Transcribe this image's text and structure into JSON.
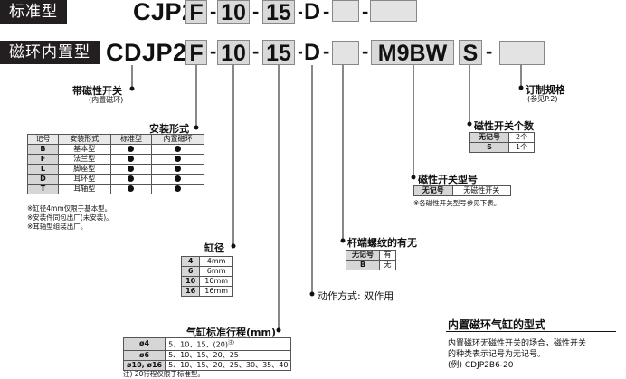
{
  "standard": {
    "tag": "标准型",
    "model": "CJP2",
    "codes": [
      "F",
      "10",
      "15",
      "D"
    ],
    "dashes": [
      "-",
      "-",
      "-",
      "-"
    ]
  },
  "magnet": {
    "tag": "磁环内置型",
    "model": "CDJP2",
    "codes": [
      "F",
      "10",
      "15",
      "D",
      "M9BW",
      "S"
    ],
    "dashes": [
      "-",
      "-",
      "-",
      "-",
      "-"
    ]
  },
  "labels": {
    "magnet_title": "带磁性开关",
    "magnet_sub": "(内置磁环)",
    "mount_title": "安装形式",
    "bore_title": "缸径",
    "stroke_title": "气缸标准行程(mm)",
    "rod_title": "杆端螺纹的有无",
    "action": "动作方式: 双作用",
    "switch_type_title": "磁性开关型号",
    "switch_count_title": "磁性开关个数",
    "custom_title": "订制规格",
    "custom_sub": "(参见P.2)"
  },
  "mount_table": {
    "headers": [
      "记号",
      "安装形式",
      "标准型",
      "内置磁环"
    ],
    "rows": [
      {
        "code": "B",
        "name": "基本型",
        "std": true,
        "mag": true
      },
      {
        "code": "F",
        "name": "法兰型",
        "std": true,
        "mag": true
      },
      {
        "code": "L",
        "name": "脚座型",
        "std": true,
        "mag": true
      },
      {
        "code": "D",
        "name": "耳环型",
        "std": true,
        "mag": true
      },
      {
        "code": "T",
        "name": "耳轴型",
        "std": true,
        "mag": true
      }
    ],
    "notes": [
      "※缸径4mm仅限于基本型。",
      "※安装件同包出厂(未安装)。",
      "※耳轴型组装出厂。"
    ]
  },
  "bore_table": [
    {
      "code": "4",
      "value": "4mm"
    },
    {
      "code": "6",
      "value": "6mm"
    },
    {
      "code": "10",
      "value": "10mm"
    },
    {
      "code": "16",
      "value": "16mm"
    }
  ],
  "stroke_table": [
    {
      "bore": "ø4",
      "values": "5、10、15、(20)",
      "note": "注)"
    },
    {
      "bore": "ø6",
      "values": "5、10、15、20、25",
      "note": ""
    },
    {
      "bore": "ø10, ø16",
      "values": "5、10、15、20、25、30、35、40",
      "note": ""
    }
  ],
  "stroke_note": "注) 20行程仅限于标准型。",
  "rod_table": [
    {
      "code": "无记号",
      "value": "有"
    },
    {
      "code": "B",
      "value": "无"
    }
  ],
  "switch_type_table": [
    {
      "code": "无记号",
      "value": "无磁性开关"
    }
  ],
  "switch_type_note": "※各磁性开关型号参见下表。",
  "switch_count_table": [
    {
      "code": "无记号",
      "value": "2个"
    },
    {
      "code": "S",
      "value": "1个"
    }
  ],
  "info": {
    "title": "内置磁环气缸的型式",
    "lines": [
      "内置磁环无磁性开关的场合，磁性开关",
      "的种类表示记号为无记号。",
      "(例) CDJP2B6-20"
    ]
  }
}
